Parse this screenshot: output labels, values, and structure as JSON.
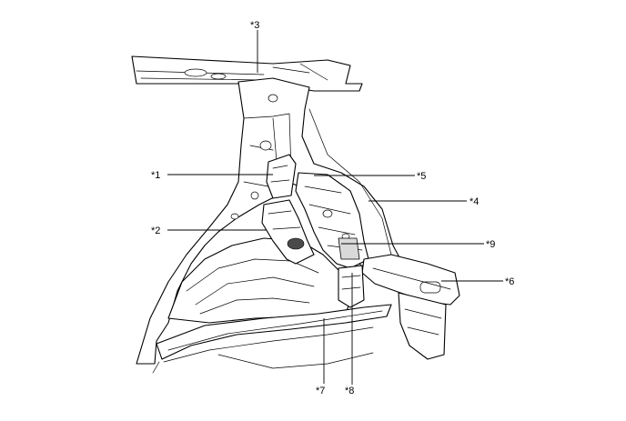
{
  "callouts": [
    {
      "id": "1",
      "label": "*1"
    },
    {
      "id": "2",
      "label": "*2"
    },
    {
      "id": "3",
      "label": "*3"
    },
    {
      "id": "4",
      "label": "*4"
    },
    {
      "id": "5",
      "label": "*5"
    },
    {
      "id": "6",
      "label": "*6"
    },
    {
      "id": "7",
      "label": "*7"
    },
    {
      "id": "8",
      "label": "*8"
    },
    {
      "id": "9",
      "label": "*9"
    }
  ]
}
